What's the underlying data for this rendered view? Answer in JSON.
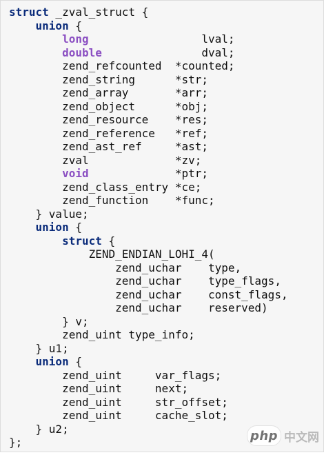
{
  "colors": {
    "keyword": "#0a2b7a",
    "type_keyword": "#8b4fc2",
    "text": "#111111",
    "background": "#f6f6f6"
  },
  "code_lines": [
    [
      {
        "t": "struct",
        "k": "kw"
      },
      {
        "t": " _zval_struct {",
        "k": "plain"
      }
    ],
    [
      {
        "t": "    ",
        "k": "plain"
      },
      {
        "t": "union",
        "k": "kw"
      },
      {
        "t": " {",
        "k": "plain"
      }
    ],
    [
      {
        "t": "        ",
        "k": "plain"
      },
      {
        "t": "long",
        "k": "tp"
      },
      {
        "t": "                 lval;",
        "k": "plain"
      }
    ],
    [
      {
        "t": "        ",
        "k": "plain"
      },
      {
        "t": "double",
        "k": "tp"
      },
      {
        "t": "               dval;",
        "k": "plain"
      }
    ],
    [
      {
        "t": "        zend_refcounted  *counted;",
        "k": "plain"
      }
    ],
    [
      {
        "t": "        zend_string      *str;",
        "k": "plain"
      }
    ],
    [
      {
        "t": "        zend_array       *arr;",
        "k": "plain"
      }
    ],
    [
      {
        "t": "        zend_object      *obj;",
        "k": "plain"
      }
    ],
    [
      {
        "t": "        zend_resource    *res;",
        "k": "plain"
      }
    ],
    [
      {
        "t": "        zend_reference   *ref;",
        "k": "plain"
      }
    ],
    [
      {
        "t": "        zend_ast_ref     *ast;",
        "k": "plain"
      }
    ],
    [
      {
        "t": "        zval             *zv;",
        "k": "plain"
      }
    ],
    [
      {
        "t": "        ",
        "k": "plain"
      },
      {
        "t": "void",
        "k": "tp"
      },
      {
        "t": "             *ptr;",
        "k": "plain"
      }
    ],
    [
      {
        "t": "        zend_class_entry *ce;",
        "k": "plain"
      }
    ],
    [
      {
        "t": "        zend_function    *func;",
        "k": "plain"
      }
    ],
    [
      {
        "t": "    } value;",
        "k": "plain"
      }
    ],
    [
      {
        "t": "    ",
        "k": "plain"
      },
      {
        "t": "union",
        "k": "kw"
      },
      {
        "t": " {",
        "k": "plain"
      }
    ],
    [
      {
        "t": "        ",
        "k": "plain"
      },
      {
        "t": "struct",
        "k": "kw"
      },
      {
        "t": " {",
        "k": "plain"
      }
    ],
    [
      {
        "t": "            ZEND_ENDIAN_LOHI_4(",
        "k": "plain"
      }
    ],
    [
      {
        "t": "                zend_uchar    type,",
        "k": "plain"
      }
    ],
    [
      {
        "t": "                zend_uchar    type_flags,",
        "k": "plain"
      }
    ],
    [
      {
        "t": "                zend_uchar    const_flags,",
        "k": "plain"
      }
    ],
    [
      {
        "t": "                zend_uchar    reserved)",
        "k": "plain"
      }
    ],
    [
      {
        "t": "        } v;",
        "k": "plain"
      }
    ],
    [
      {
        "t": "        zend_uint type_info;",
        "k": "plain"
      }
    ],
    [
      {
        "t": "    } u1;",
        "k": "plain"
      }
    ],
    [
      {
        "t": "    ",
        "k": "plain"
      },
      {
        "t": "union",
        "k": "kw"
      },
      {
        "t": " {",
        "k": "plain"
      }
    ],
    [
      {
        "t": "        zend_uint     var_flags;",
        "k": "plain"
      }
    ],
    [
      {
        "t": "        zend_uint     next;",
        "k": "plain"
      }
    ],
    [
      {
        "t": "        zend_uint     str_offset;",
        "k": "plain"
      }
    ],
    [
      {
        "t": "        zend_uint     cache_slot;",
        "k": "plain"
      }
    ],
    [
      {
        "t": "    } u2;",
        "k": "plain"
      }
    ],
    [
      {
        "t": "};",
        "k": "plain"
      }
    ]
  ],
  "watermark": {
    "logo_text": "php",
    "site_text": "中文网"
  }
}
